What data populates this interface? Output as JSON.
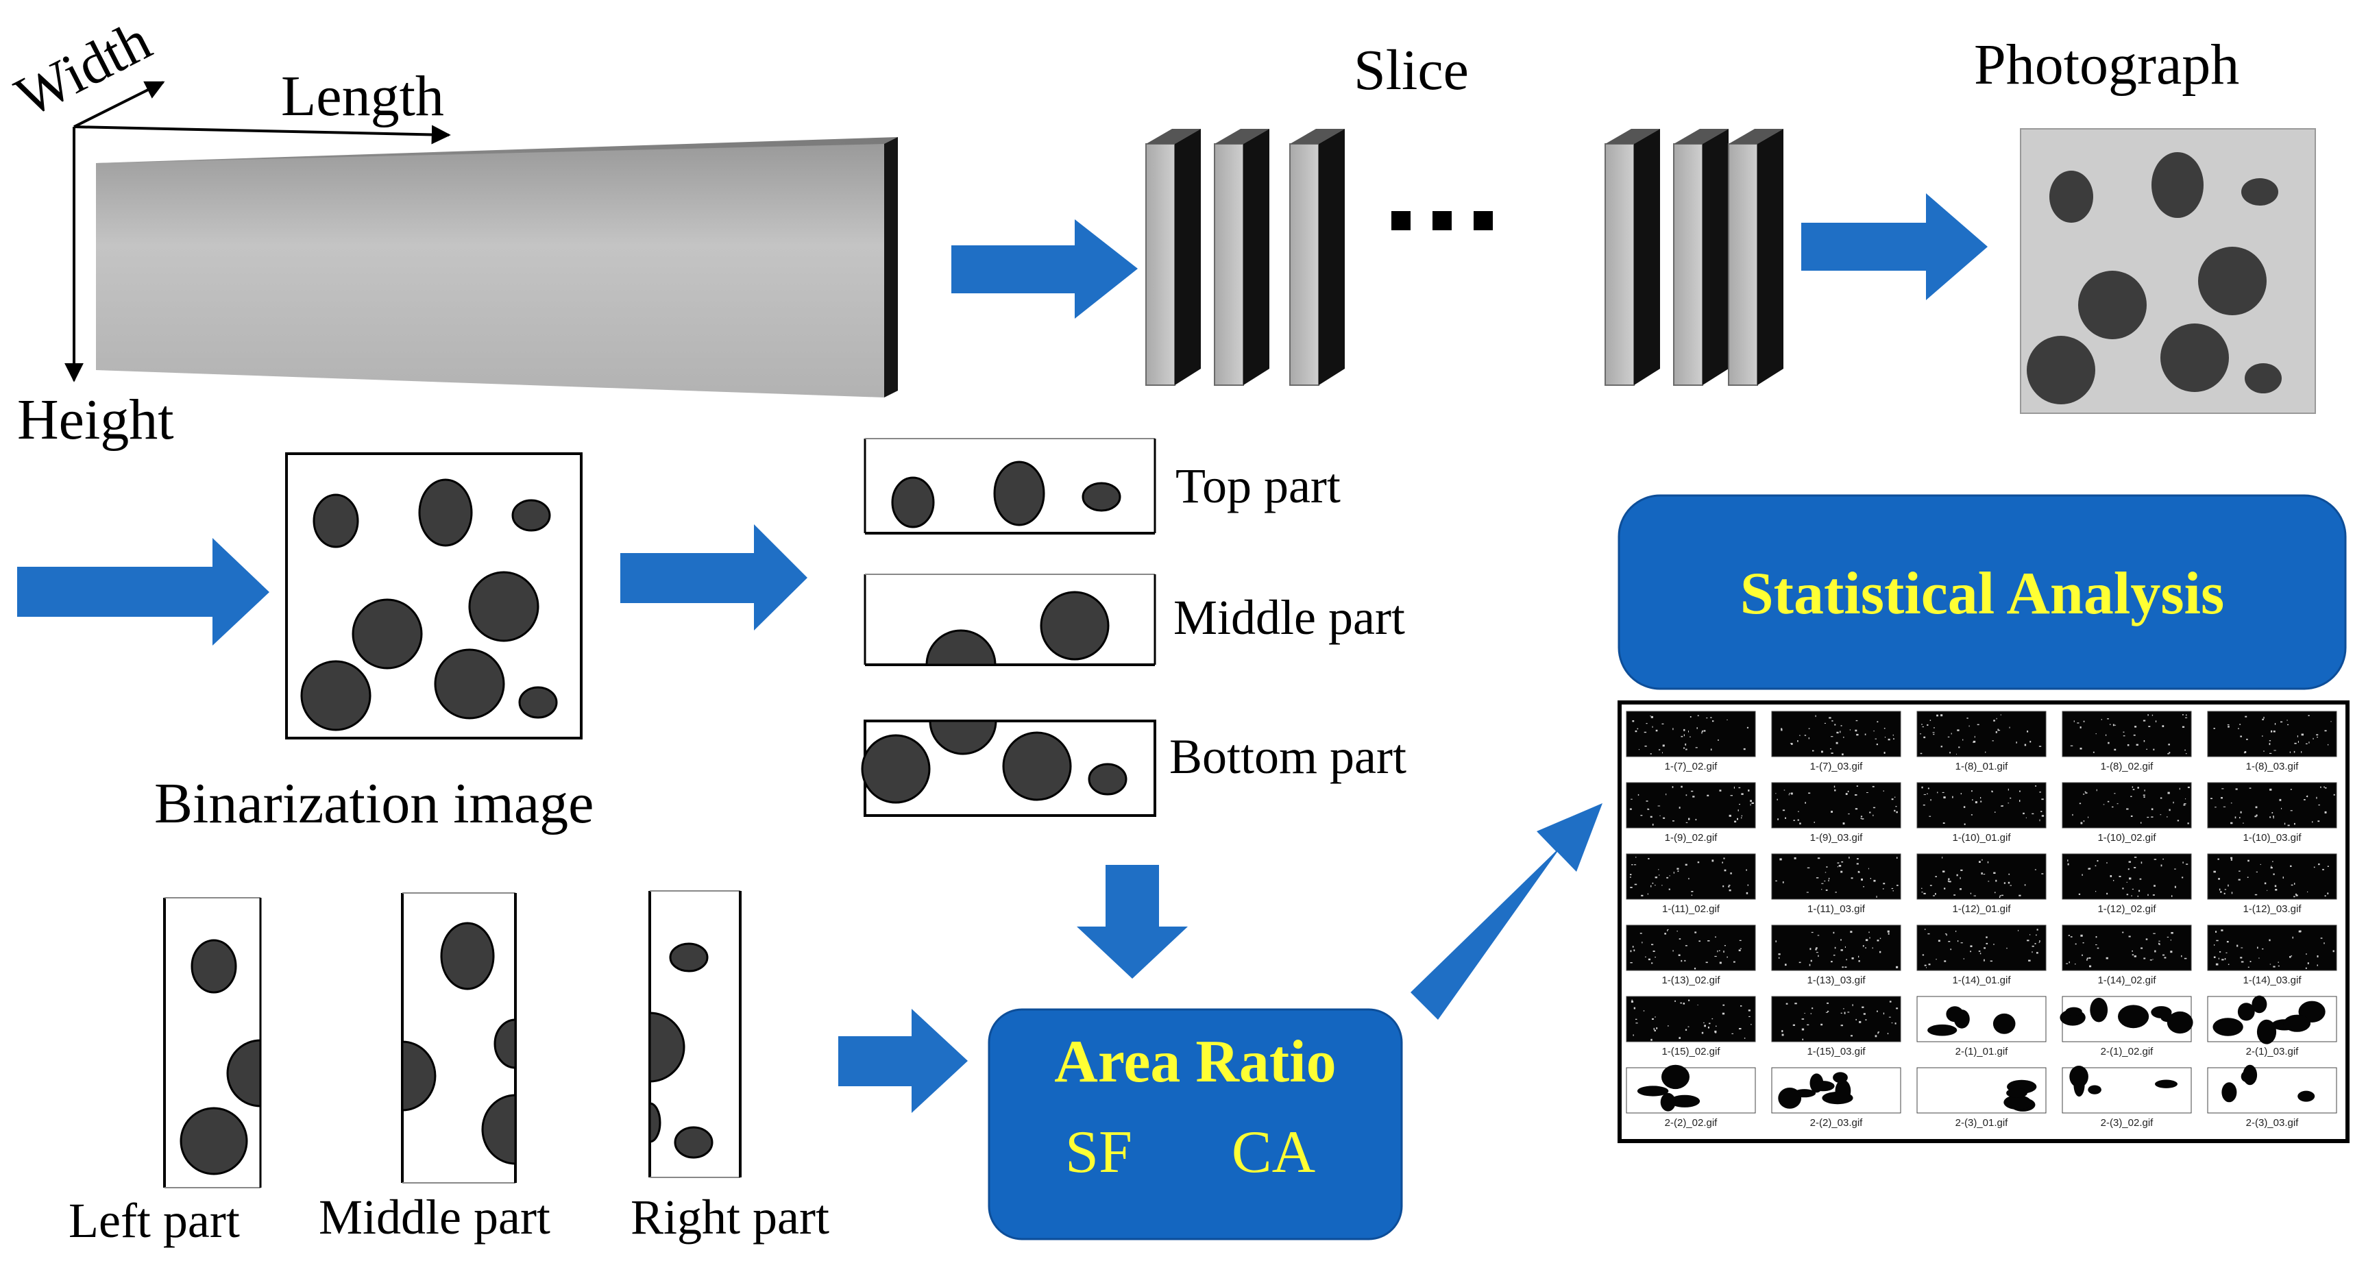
{
  "labels": {
    "width": "Width",
    "length": "Length",
    "height": "Height",
    "slice": "Slice",
    "photograph": "Photograph",
    "binarization": "Binarization image",
    "top_part": "Top part",
    "middle_part_h": "Middle part",
    "bottom_part": "Bottom part",
    "left_part": "Left part",
    "middle_part_v": "Middle part",
    "right_part": "Right part"
  },
  "boxes": {
    "area_ratio": "Area Ratio",
    "sf": "SF",
    "ca": "CA",
    "statistical": "Statistical Analysis"
  },
  "grid": {
    "rows": [
      {
        "cells": [
          {
            "name": "1-(7)_02.gif",
            "style": "dark"
          },
          {
            "name": "1-(7)_03.gif",
            "style": "dark"
          },
          {
            "name": "1-(8)_01.gif",
            "style": "dark"
          },
          {
            "name": "1-(8)_02.gif",
            "style": "dark"
          },
          {
            "name": "1-(8)_03.gif",
            "style": "dark"
          }
        ]
      },
      {
        "cells": [
          {
            "name": "1-(9)_02.gif",
            "style": "dark"
          },
          {
            "name": "1-(9)_03.gif",
            "style": "dark"
          },
          {
            "name": "1-(10)_01.gif",
            "style": "dark"
          },
          {
            "name": "1-(10)_02.gif",
            "style": "dark"
          },
          {
            "name": "1-(10)_03.gif",
            "style": "dark"
          }
        ]
      },
      {
        "cells": [
          {
            "name": "1-(11)_02.gif",
            "style": "dark"
          },
          {
            "name": "1-(11)_03.gif",
            "style": "dark"
          },
          {
            "name": "1-(12)_01.gif",
            "style": "dark"
          },
          {
            "name": "1-(12)_02.gif",
            "style": "dark"
          },
          {
            "name": "1-(12)_03.gif",
            "style": "dark"
          }
        ]
      },
      {
        "cells": [
          {
            "name": "1-(13)_02.gif",
            "style": "dark"
          },
          {
            "name": "1-(13)_03.gif",
            "style": "dark"
          },
          {
            "name": "1-(14)_01.gif",
            "style": "dark"
          },
          {
            "name": "1-(14)_02.gif",
            "style": "dark"
          },
          {
            "name": "1-(14)_03.gif",
            "style": "dark"
          }
        ]
      },
      {
        "cells": [
          {
            "name": "1-(15)_02.gif",
            "style": "dark"
          },
          {
            "name": "1-(15)_03.gif",
            "style": "dark"
          },
          {
            "name": "2-(1)_01.gif",
            "style": "light"
          },
          {
            "name": "2-(1)_02.gif",
            "style": "mixed"
          },
          {
            "name": "2-(1)_03.gif",
            "style": "mixed"
          }
        ]
      },
      {
        "cells": [
          {
            "name": "2-(2)_02.gif",
            "style": "light"
          },
          {
            "name": "2-(2)_03.gif",
            "style": "mixed"
          },
          {
            "name": "2-(3)_01.gif",
            "style": "light"
          },
          {
            "name": "2-(3)_02.gif",
            "style": "light"
          },
          {
            "name": "2-(3)_03.gif",
            "style": "light"
          }
        ]
      }
    ]
  },
  "colors": {
    "arrow_blue": "#1f6fc5",
    "box_blue": "#1466c0",
    "box_text_yellow": "#ffff33",
    "particle_dark": "#3c3c3c"
  }
}
